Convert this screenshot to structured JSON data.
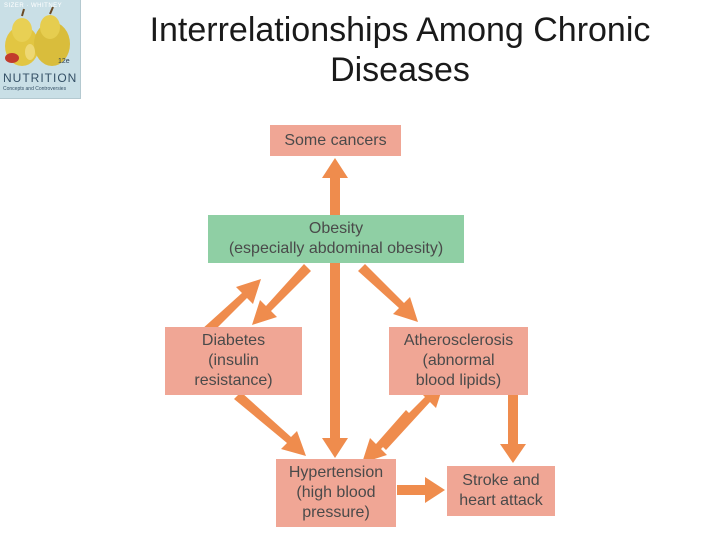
{
  "title": {
    "line1": "Interrelationships Among Chronic",
    "line2": "Diseases"
  },
  "book_cover": {
    "authors": "SIZER · WHITNEY",
    "edition": "12e",
    "title": "NUTRITION",
    "subtitle": "Concepts and Controversies"
  },
  "diagram": {
    "some_cancers": "Some cancers",
    "obesity": {
      "line1": "Obesity",
      "line2": "(especially abdominal obesity)"
    },
    "diabetes": {
      "line1": "Diabetes",
      "line2": "(insulin",
      "line3": "resistance)"
    },
    "atherosclerosis": {
      "line1": "Atherosclerosis",
      "line2": "(abnormal",
      "line3": "blood lipids)"
    },
    "hypertension": {
      "line1": "Hypertension",
      "line2": "(high blood",
      "line3": "pressure)"
    },
    "stroke": {
      "line1": "Stroke and",
      "line2": "heart attack"
    }
  },
  "colors": {
    "box_fill": "#f0a695",
    "obesity_fill": "#8fcfa4",
    "arrow": "#ef8c4d"
  }
}
